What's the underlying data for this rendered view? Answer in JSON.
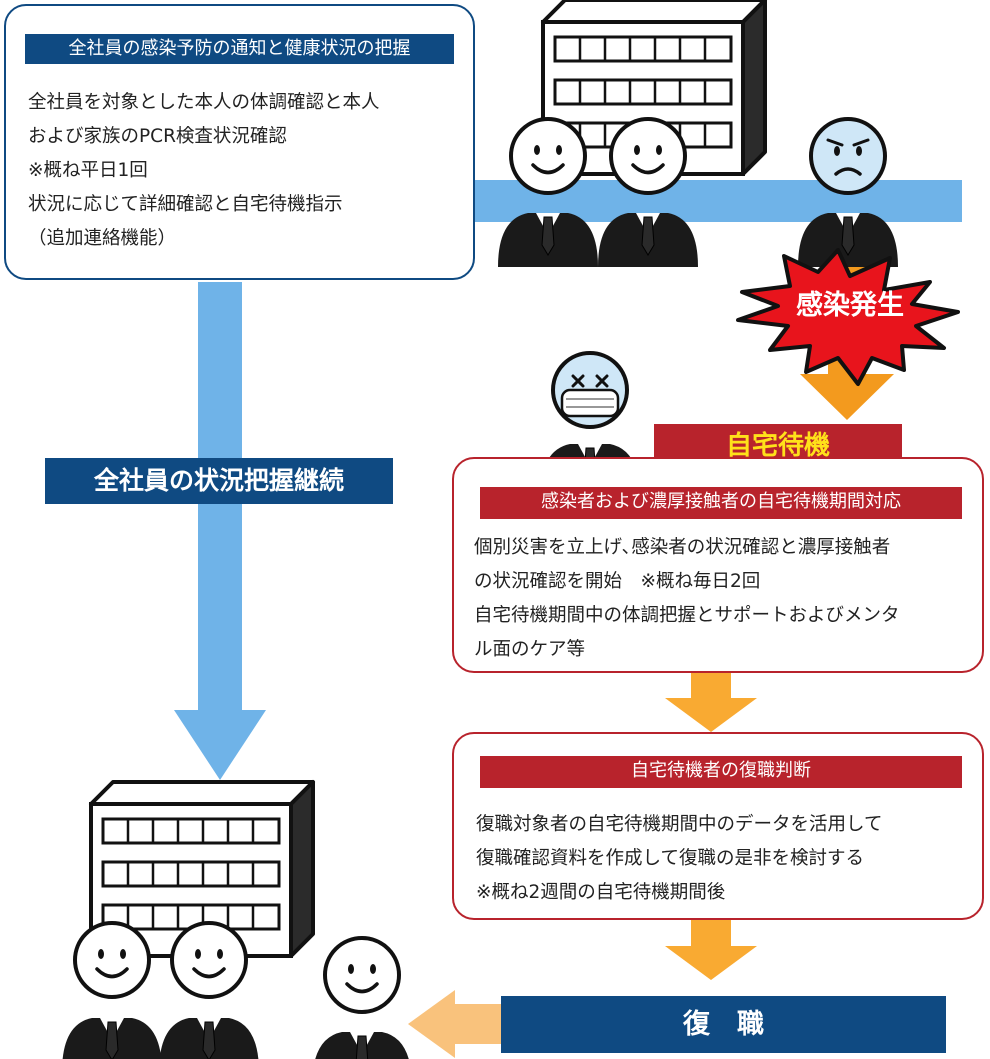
{
  "top_box": {
    "header": "全社員の感染予防の通知と健康状況の把握",
    "lines": [
      "全社員を対象とした本人の体調確認と本人",
      "および家族のPCR検査状況確認",
      "※概ね平日1回",
      "状況に応じて詳細確認と自宅待機指示",
      "（追加連絡機能）"
    ]
  },
  "continue_label": "全社員の状況把握継続",
  "infection_label": "感染発生",
  "standby_label": "自宅待機",
  "standby_box": {
    "header": "感染者および濃厚接触者の自宅待機期間対応",
    "lines": [
      "個別災害を立上げ､感染者の状況確認と濃厚接触者",
      "の状況確認を開始　※概ね毎日2回",
      "自宅待機期間中の体調把握とサポートおよびメンタ",
      "ル面のケア等"
    ]
  },
  "return_box": {
    "header": "自宅待機者の復職判断",
    "lines": [
      "復職対象者の自宅待機期間中のデータを活用して",
      "復職確認資料を作成して復職の是非を検討する",
      "※概ね2週間の自宅待機期間後"
    ]
  },
  "return_label": "復　職",
  "colors": {
    "navy": "#0f4a82",
    "red": "#b8232c",
    "light_blue": "#6fb3e8",
    "orange": "#f39a1e",
    "light_orange": "#f9c27c",
    "yellow": "#ffe11a"
  }
}
